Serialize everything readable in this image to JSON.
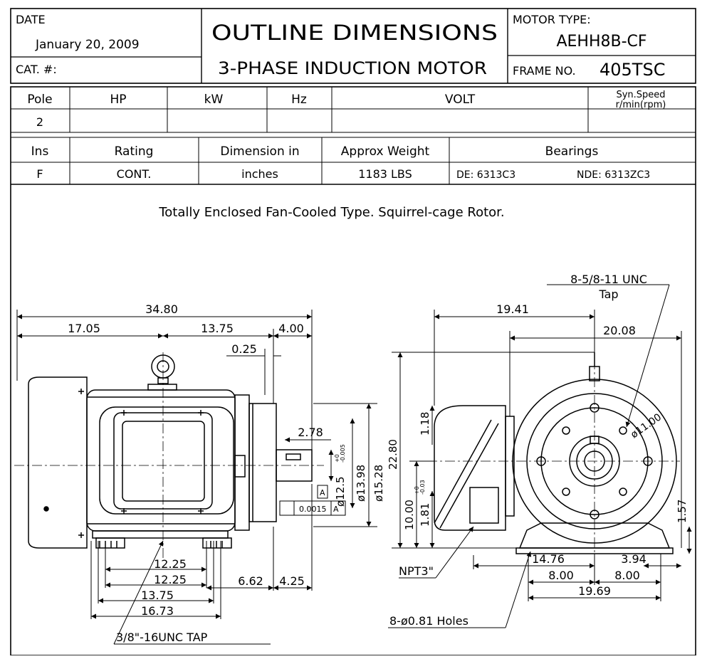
{
  "header": {
    "date_label": "DATE",
    "date_value": "January 20, 2009",
    "cat_label": "CAT. #:",
    "title_line1": "OUTLINE DIMENSIONS",
    "title_line2": "3-PHASE INDUCTION MOTOR",
    "motor_type_label": "MOTOR TYPE:",
    "motor_type_value": "AEHH8B-CF",
    "frame_label": "FRAME NO.",
    "frame_value": "405TSC"
  },
  "specs1": {
    "headers": [
      "Pole",
      "HP",
      "kW",
      "Hz",
      "VOLT",
      "Syn.Speed",
      "r/min(rpm)"
    ],
    "values": {
      "pole": "2",
      "hp": "",
      "kw": "",
      "hz": "",
      "volt": "",
      "speed": ""
    }
  },
  "specs2": {
    "headers": [
      "Ins",
      "Rating",
      "Dimension in",
      "Approx Weight",
      "Bearings"
    ],
    "values": {
      "ins": "F",
      "rating": "CONT.",
      "dimension": "inches",
      "weight": "1183 LBS",
      "de": "DE: 6313C3",
      "nde": "NDE: 6313ZC3"
    }
  },
  "description": "Totally Enclosed Fan-Cooled Type. Squirrel-cage Rotor.",
  "side_view": {
    "overall_length": "34.80",
    "front_length": "17.05",
    "mid_length": "13.75",
    "shaft_extension": "4.00",
    "shoulder": "0.25",
    "keyway_length": "2.78",
    "shaft_dia": "ø12.5",
    "shaft_tol_plus": "+0",
    "shaft_tol_minus": "-0.005",
    "dia_1398": "ø13.98",
    "dia_1528": "ø15.28",
    "runout": "0.0015",
    "datum": "A",
    "fb_1": "12.25",
    "fb_2": "12.25",
    "fb_3": "13.75",
    "fb_4": "16.73",
    "fb_side": "6.62",
    "fb_end": "4.25",
    "tap_note": "3/8\"-16UNC TAP"
  },
  "end_view": {
    "tap_note_line1": "8-5/8-11 UNC",
    "tap_note_line2": "Tap",
    "width_1941": "19.41",
    "width_2008": "20.08",
    "height_2280": "22.80",
    "height_1000": "10.00",
    "tol_plus": "+0",
    "tol_minus": "-0.03",
    "dim_181": "1.81",
    "dim_118": "1.18",
    "bolt_circle": "ø11.00",
    "npt": "NPT3\"",
    "holes": "8-ø0.81 Holes",
    "dim_1476": "14.76",
    "dim_800a": "8.00",
    "dim_394": "3.94",
    "dim_800b": "8.00",
    "dim_1969": "19.69",
    "dim_157": "1.57"
  }
}
